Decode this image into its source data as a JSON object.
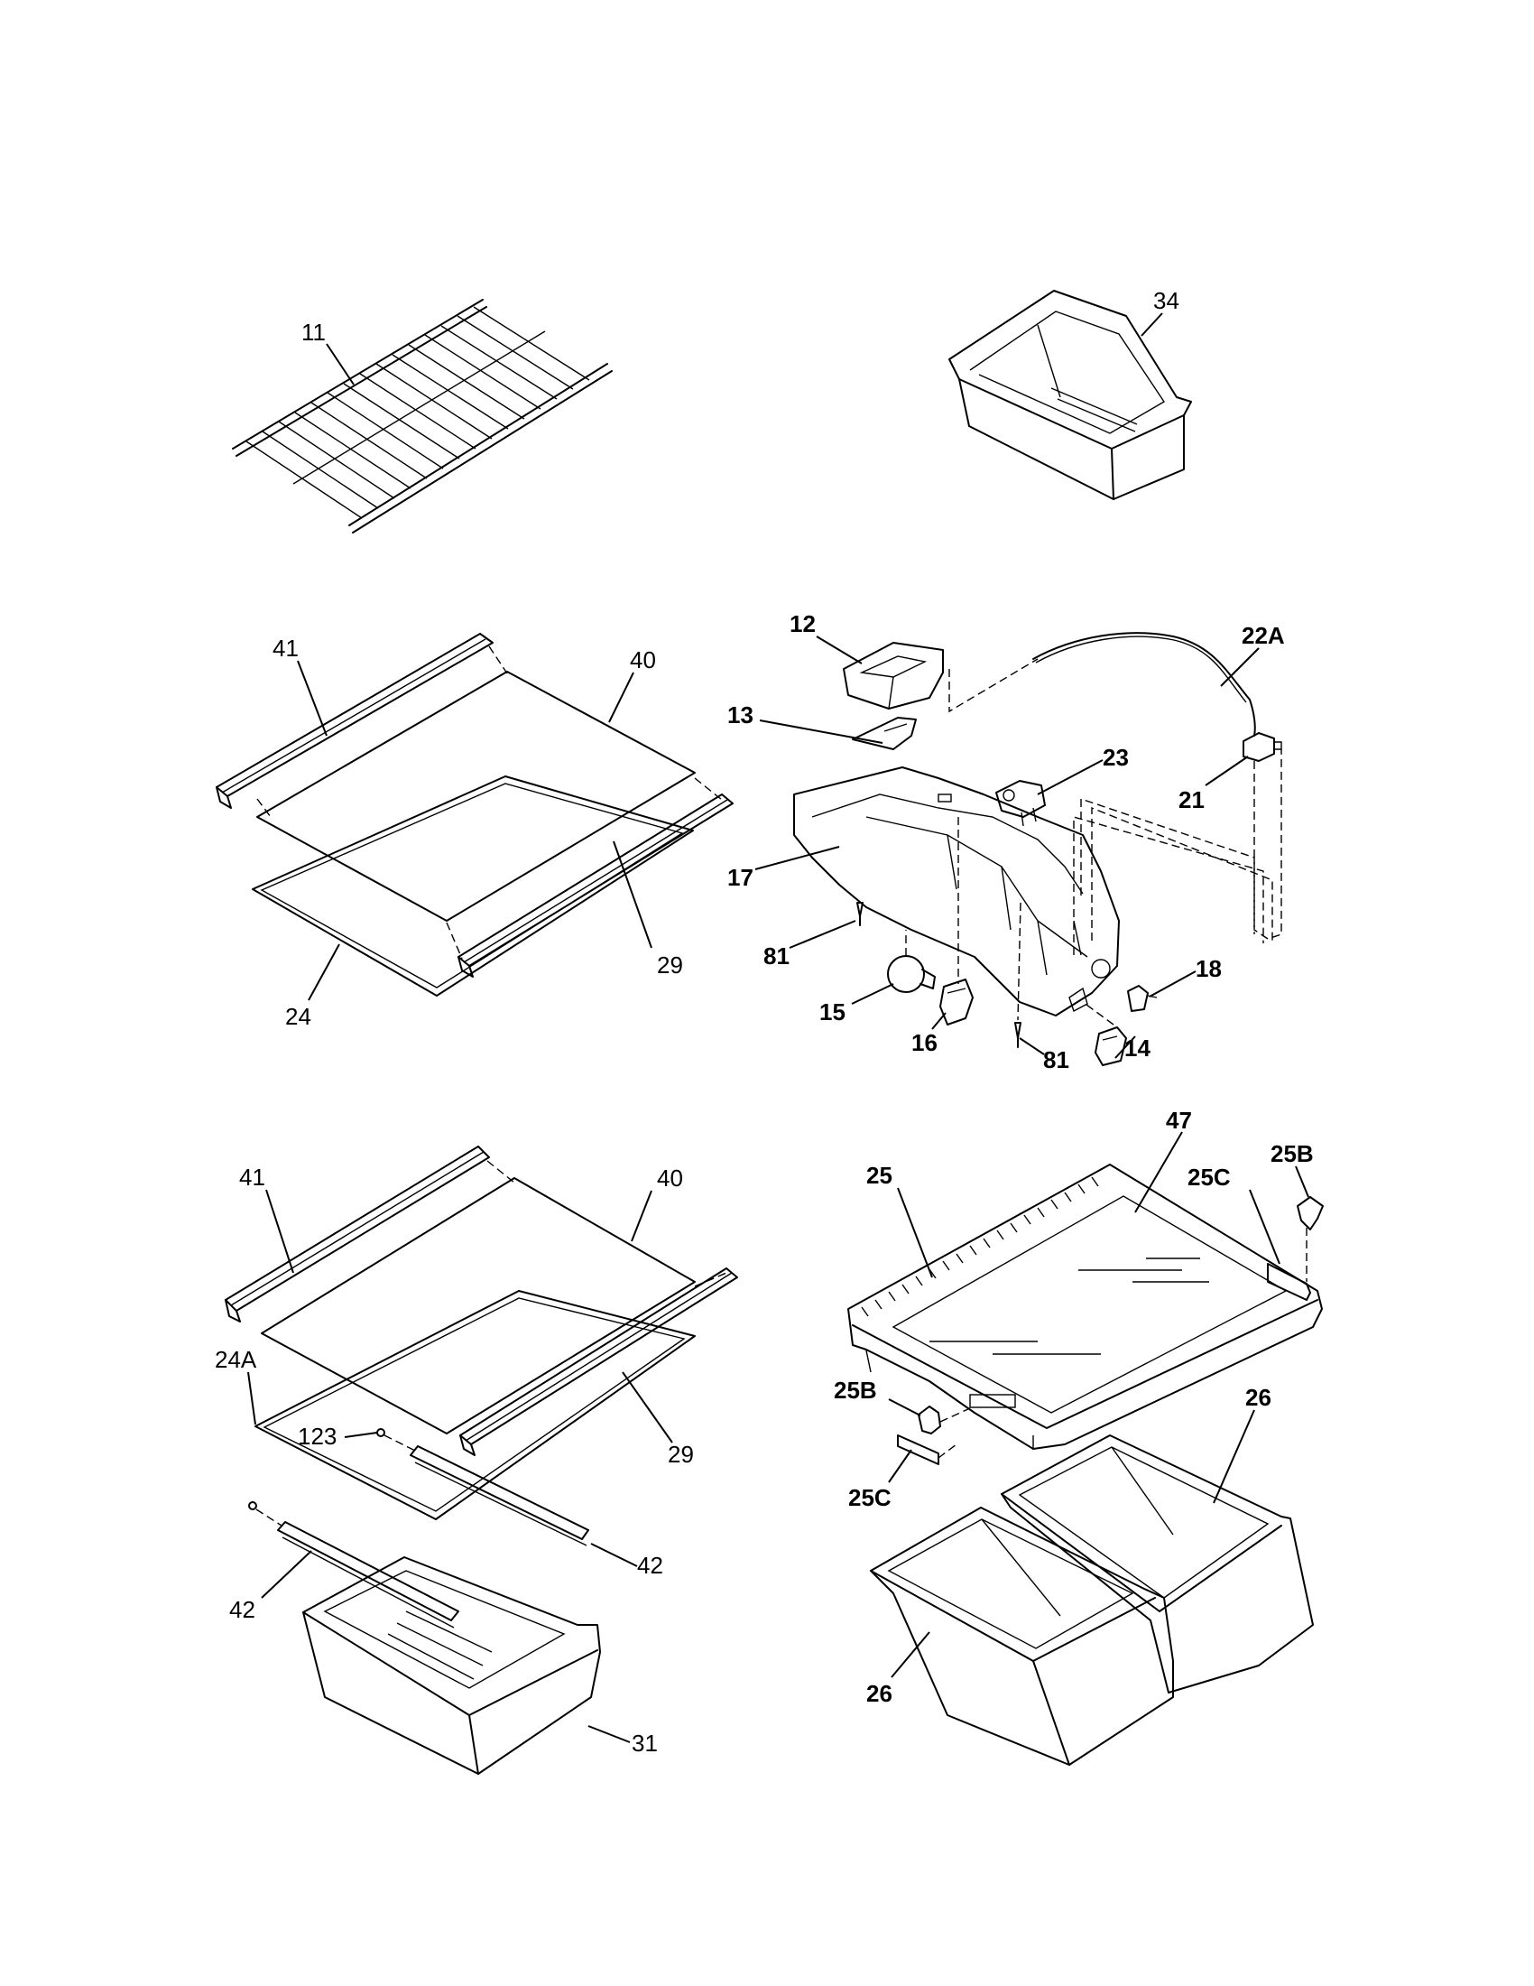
{
  "diagram": {
    "labels": {
      "l11": "11",
      "l34": "34",
      "l41a": "41",
      "l40a": "40",
      "l29a": "29",
      "l24": "24",
      "l12": "12",
      "l13": "13",
      "l22A": "22A",
      "l23": "23",
      "l21": "21",
      "l17": "17",
      "l81a": "81",
      "l15": "15",
      "l16": "16",
      "l81b": "81",
      "l14": "14",
      "l18": "18",
      "l41b": "41",
      "l40b": "40",
      "l24A": "24A",
      "l123": "123",
      "l29b": "29",
      "l42a": "42",
      "l42b": "42",
      "l31": "31",
      "l47": "47",
      "l25": "25",
      "l25C_top": "25C",
      "l25B_top": "25B",
      "l25B_bot": "25B",
      "l25C_bot": "25C",
      "l26a": "26",
      "l26b": "26"
    }
  }
}
